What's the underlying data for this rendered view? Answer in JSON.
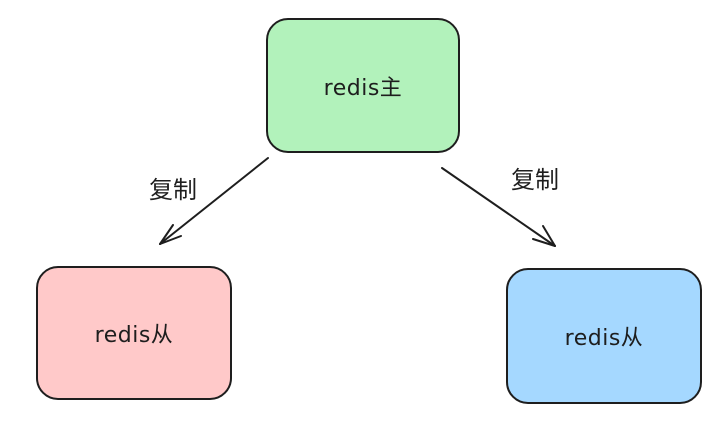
{
  "nodes": {
    "master": {
      "label": "redis主",
      "fill": "#b2f2bb"
    },
    "slave_left": {
      "label": "redis从",
      "fill": "#ffc9c9"
    },
    "slave_right": {
      "label": "redis从",
      "fill": "#a5d8ff"
    }
  },
  "edges": {
    "left": {
      "label": "复制"
    },
    "right": {
      "label": "复制"
    }
  },
  "colors": {
    "stroke": "#1e1e1e",
    "background": "#ffffff"
  }
}
